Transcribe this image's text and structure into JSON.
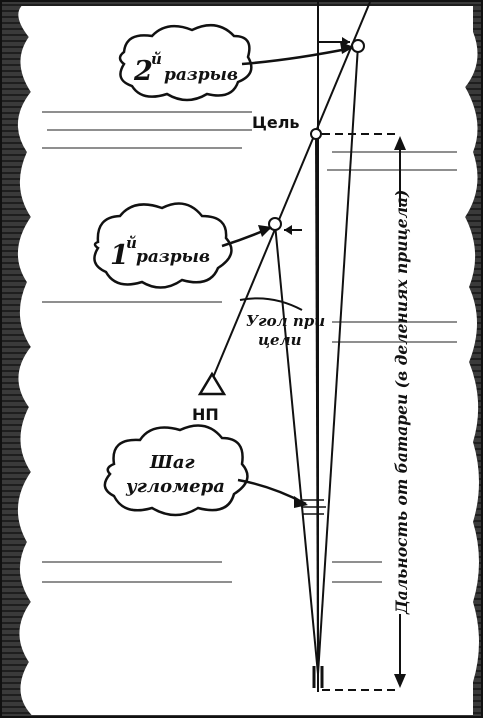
{
  "figure": {
    "labels": {
      "second_burst_number": "2",
      "second_burst_sup": "й",
      "second_burst_word": "разрыв",
      "target": "Цель",
      "first_burst_number": "1",
      "first_burst_sup": "й",
      "first_burst_word": "разрыв",
      "angle_line1": "Угол при",
      "angle_line2": "цели",
      "observation_post": "НП",
      "step_line1": "Шаг",
      "step_line2": "угломера",
      "range": "Дальность от батареи (в делениях прицела)"
    },
    "colors": {
      "background_texture": "#2e2e2e",
      "paper": "#ffffff",
      "ink": "#111111"
    }
  }
}
